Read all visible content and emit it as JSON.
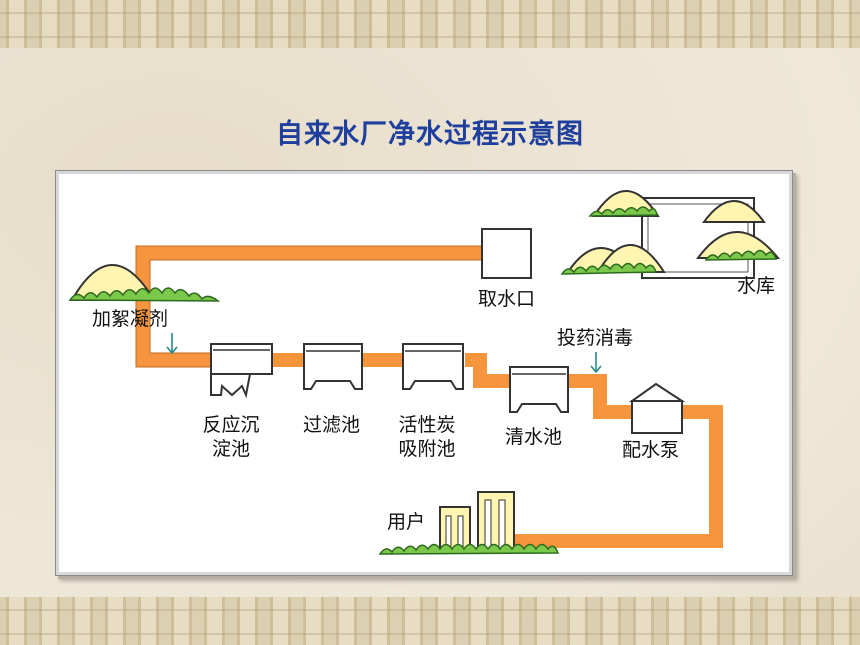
{
  "title": "自来水厂净水过程示意图",
  "labels": {
    "reservoir": "水库",
    "intake": "取水口",
    "coagulant": "加絮凝剂",
    "sedimentation_line1": "反应沉",
    "sedimentation_line2": "淀池",
    "filter": "过滤池",
    "carbon_line1": "活性炭",
    "carbon_line2": "吸附池",
    "clear_water": "清水池",
    "disinfect": "投药消毒",
    "pump": "配水泵",
    "users": "用户"
  },
  "colors": {
    "title": "#1f3f9f",
    "pipe": "#f7943e",
    "tank_fill": "#ffffff",
    "tank_water": "#c9e8f7",
    "hill_fill": "#fff5b0",
    "bush": "#7cc84a",
    "arrow": "#2a8a8a"
  }
}
